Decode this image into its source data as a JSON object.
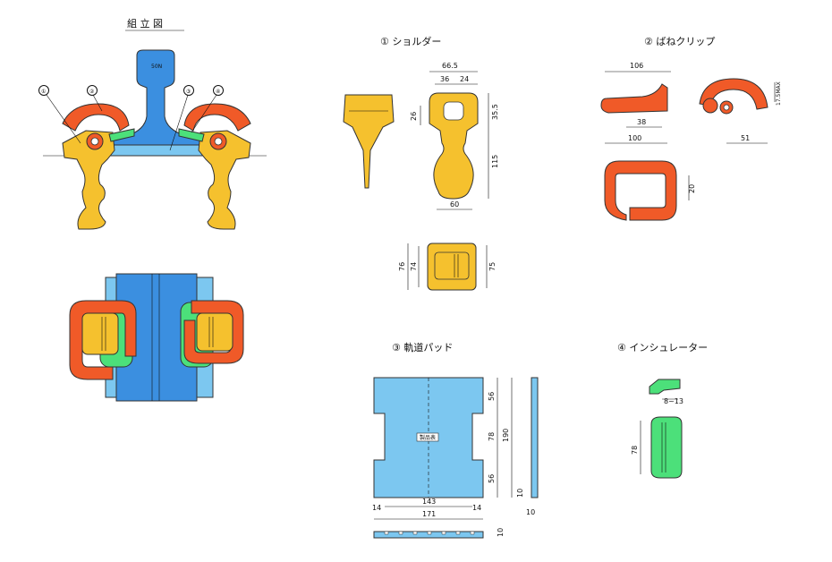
{
  "titles": {
    "assembly": "組 立 図",
    "shoulder": "① ショルダー",
    "clip": "② ばねクリップ",
    "pad": "③ 軌道パッド",
    "insulator": "④ インシュレーター"
  },
  "callouts": [
    "①",
    "②",
    "③",
    "④"
  ],
  "rail_label": "50N",
  "pad_stamp": "製品表",
  "shoulder_dims": [
    "66.5",
    "36",
    "24",
    "26",
    "35.5",
    "115",
    "60",
    "76",
    "74",
    "75"
  ],
  "clip_dims": [
    "106",
    "38",
    "100",
    "17.5MAX",
    "51",
    "20"
  ],
  "pad_dims": [
    "56",
    "78",
    "56",
    "190",
    "143",
    "14",
    "14",
    "171",
    "10",
    "10",
    "10"
  ],
  "insulator_dims": [
    "8~13",
    "78"
  ],
  "colors": {
    "shoulder": "#F5C12E",
    "clip": "#F05A28",
    "rail": "#3B8FE0",
    "pad": "#7CC7F0",
    "insulator": "#4CE07A"
  }
}
